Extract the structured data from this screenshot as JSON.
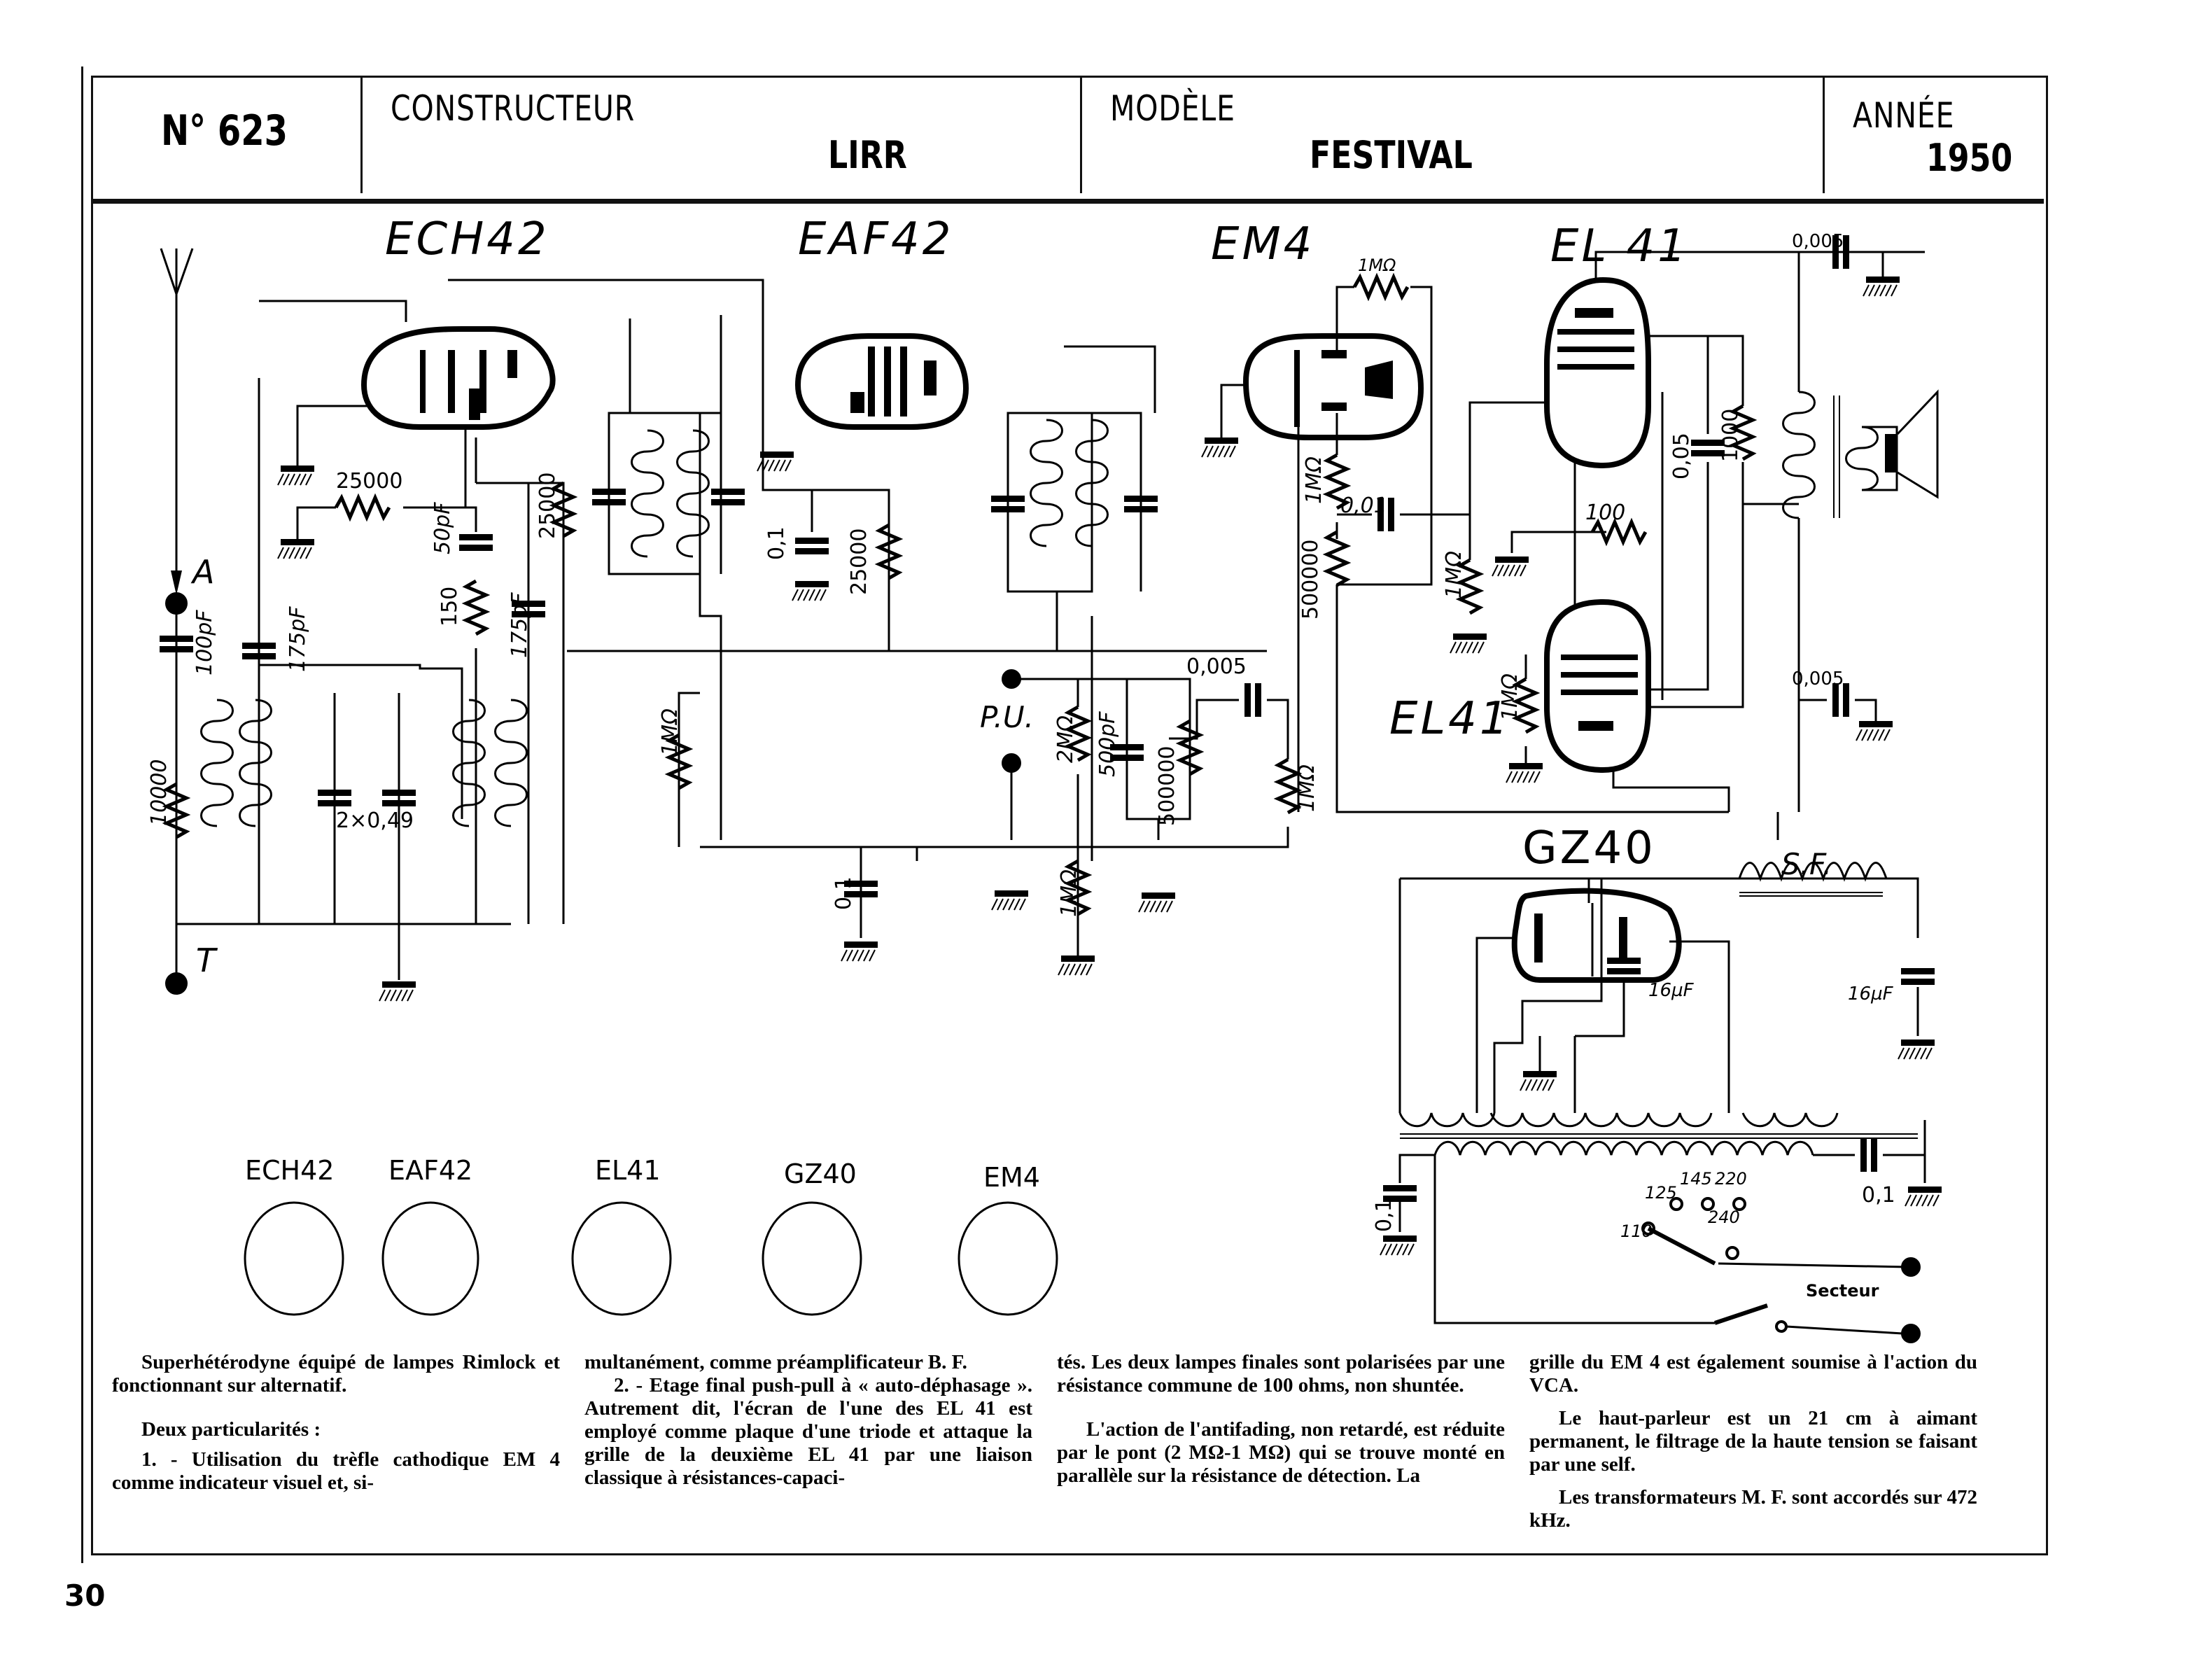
{
  "header": {
    "number_label": "N° 623",
    "constructeur_label": "CONSTRUCTEUR",
    "constructeur_value": "LIRR",
    "modele_label": "MODÈLE",
    "modele_value": "FESTIVAL",
    "annee_label": "ANNÉE",
    "annee_value": "1950"
  },
  "schematic": {
    "tubes": [
      "ECH42",
      "EAF42",
      "EM4",
      "EL 41",
      "EL41",
      "GZ40"
    ],
    "terminals": {
      "antenna": "A",
      "earth": "T",
      "pickup": "P.U.",
      "mains": "Secteur"
    },
    "choke": "S.F.",
    "components": {
      "c_ant": "100pF",
      "c_osc1": "175pF",
      "c_osc2": "175pF",
      "c_pad": "50pF",
      "r_ant": "10000",
      "r_grid": "25000",
      "r_osc": "150",
      "r_plate": "25000",
      "tuning_cap": "2×0,49",
      "c_eaf": "0,1",
      "r_eaf": "25000",
      "r_pu1": "2MΩ",
      "c_pu": "500pF",
      "r_vol": "500000",
      "c_pu2": "0,005",
      "r_pu2": "1MΩ",
      "r_pu3": "1MΩ",
      "c_pu3": "0,1",
      "r_em4a": "1MΩ",
      "r_em4b": "1MΩ",
      "r_em4c": "500000",
      "c_em4": "0,01",
      "r_el1": "1MΩ",
      "r_el2": "1MΩ",
      "r_cath": "100",
      "c_scr": "0,05",
      "r_scr": "1000",
      "c_top": "0,005",
      "c_bot": "0,005",
      "c_filt1": "16µF",
      "c_filt2": "16µF",
      "c_mains1": "0,1",
      "c_mains2": "0,1",
      "taps": [
        "110",
        "125",
        "145",
        "220",
        "240"
      ]
    }
  },
  "bases": [
    "ECH42",
    "EAF42",
    "EL41",
    "GZ40",
    "EM4"
  ],
  "text": {
    "col1": [
      "Superhétérodyne équipé de lampes Rimlock et fonctionnant sur alternatif.",
      "Deux particularités :",
      "1. - Utilisation du trèfle cathodique EM 4 comme indicateur visuel et, si-"
    ],
    "col2": [
      "multanément, comme préamplificateur B. F.",
      "2. - Etage final push-pull à « auto-déphasage ». Autrement dit, l'écran de l'une des EL 41 est employé comme plaque d'une triode et attaque la grille de la deuxième EL 41 par une liaison classique à résistances-capaci-"
    ],
    "col3": [
      "tés. Les deux lampes finales sont polarisées par une résistance commune de 100 ohms, non shuntée.",
      "L'action de l'antifading, non retardé, est réduite par le pont (2 MΩ-1 MΩ) qui se trouve monté en parallèle sur la résistance de détection. La"
    ],
    "col4": [
      "grille du EM 4 est également soumise à l'action du VCA.",
      "Le haut-parleur est un 21 cm à aimant permanent, le filtrage de la haute tension se faisant par une self.",
      "Les transformateurs M. F. sont accordés sur 472 kHz."
    ]
  },
  "page_number": "30"
}
